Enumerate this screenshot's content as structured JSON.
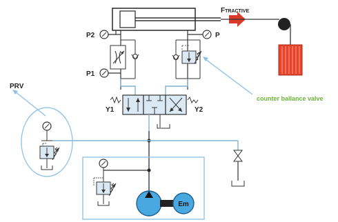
{
  "labels": {
    "f_tractive_prefix": "F",
    "f_tractive_suffix": "TRACTIVE",
    "p2": "P2",
    "p1": "P1",
    "p": "P",
    "prv": "PRV",
    "y1": "Y1",
    "y2": "Y2",
    "counter_balance": "counter ballance valve",
    "em": "Em"
  },
  "colors": {
    "line": "#333333",
    "pipe": "#7fb2d6",
    "valve_fill": "#dbe9f5",
    "pump_fill": "#4aa8e0",
    "arrow_red": "#d93b2a",
    "weight_red": "#e8442c",
    "callout_blue": "#8ac0e6",
    "callout_green": "#6cb43a"
  },
  "icons": {
    "gauge": "pressure-gauge-icon",
    "check": "check-valve-icon",
    "pump": "hydraulic-pump-icon",
    "motor": "electric-motor-icon",
    "pulley": "pulley-icon",
    "weight": "load-weight-icon"
  }
}
